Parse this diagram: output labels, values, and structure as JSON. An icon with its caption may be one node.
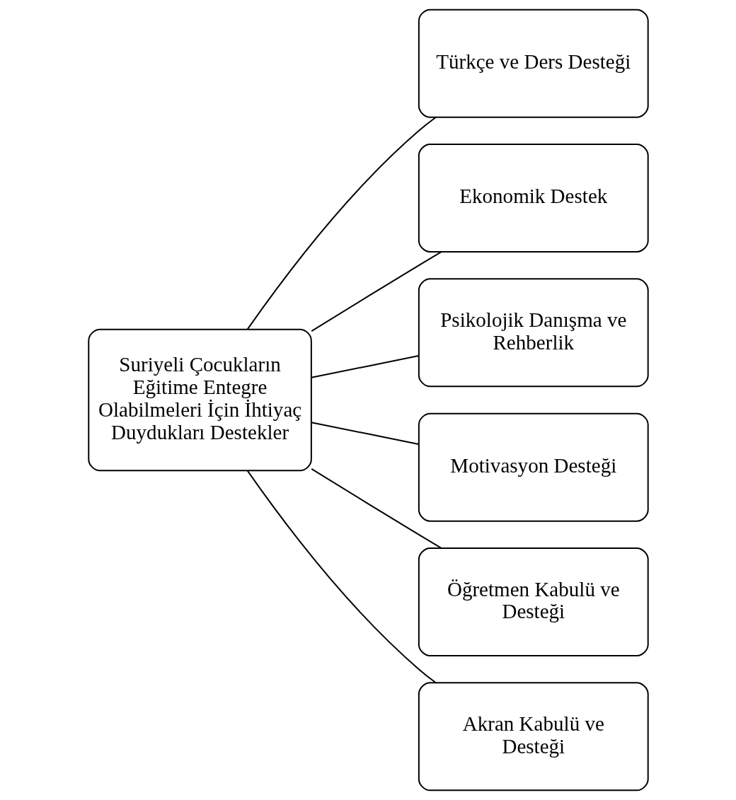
{
  "diagram": {
    "nodes": [
      {
        "text": [
          "Suriyeli Çocukların Eğitime Entegre Olabilmeleri İçin İhtiyaç Duydukları Destekler"
        ]
      },
      {
        "text": [
          "Türkçe ve Ders Desteği"
        ]
      },
      {
        "text": [
          "Ekonomik Destek"
        ]
      },
      {
        "text": [
          "Psikolojik Danışma ve Rehberlik"
        ]
      },
      {
        "text": [
          "Motivasyon Desteği"
        ]
      },
      {
        "text": [
          "Öğretmen Kabulü ve Desteği"
        ]
      },
      {
        "text": [
          "Akran Kabulü ve Desteği"
        ]
      }
    ],
    "edges": [
      {
        "from": 0,
        "to": 1,
        "arrow": "none"
      },
      {
        "from": 0,
        "to": 2,
        "arrow": "none"
      },
      {
        "from": 0,
        "to": 3,
        "arrow": "none"
      },
      {
        "from": 0,
        "to": 4,
        "arrow": "none"
      },
      {
        "from": 0,
        "to": 5,
        "arrow": "none"
      },
      {
        "from": 0,
        "to": 6,
        "arrow": "none"
      }
    ]
  }
}
